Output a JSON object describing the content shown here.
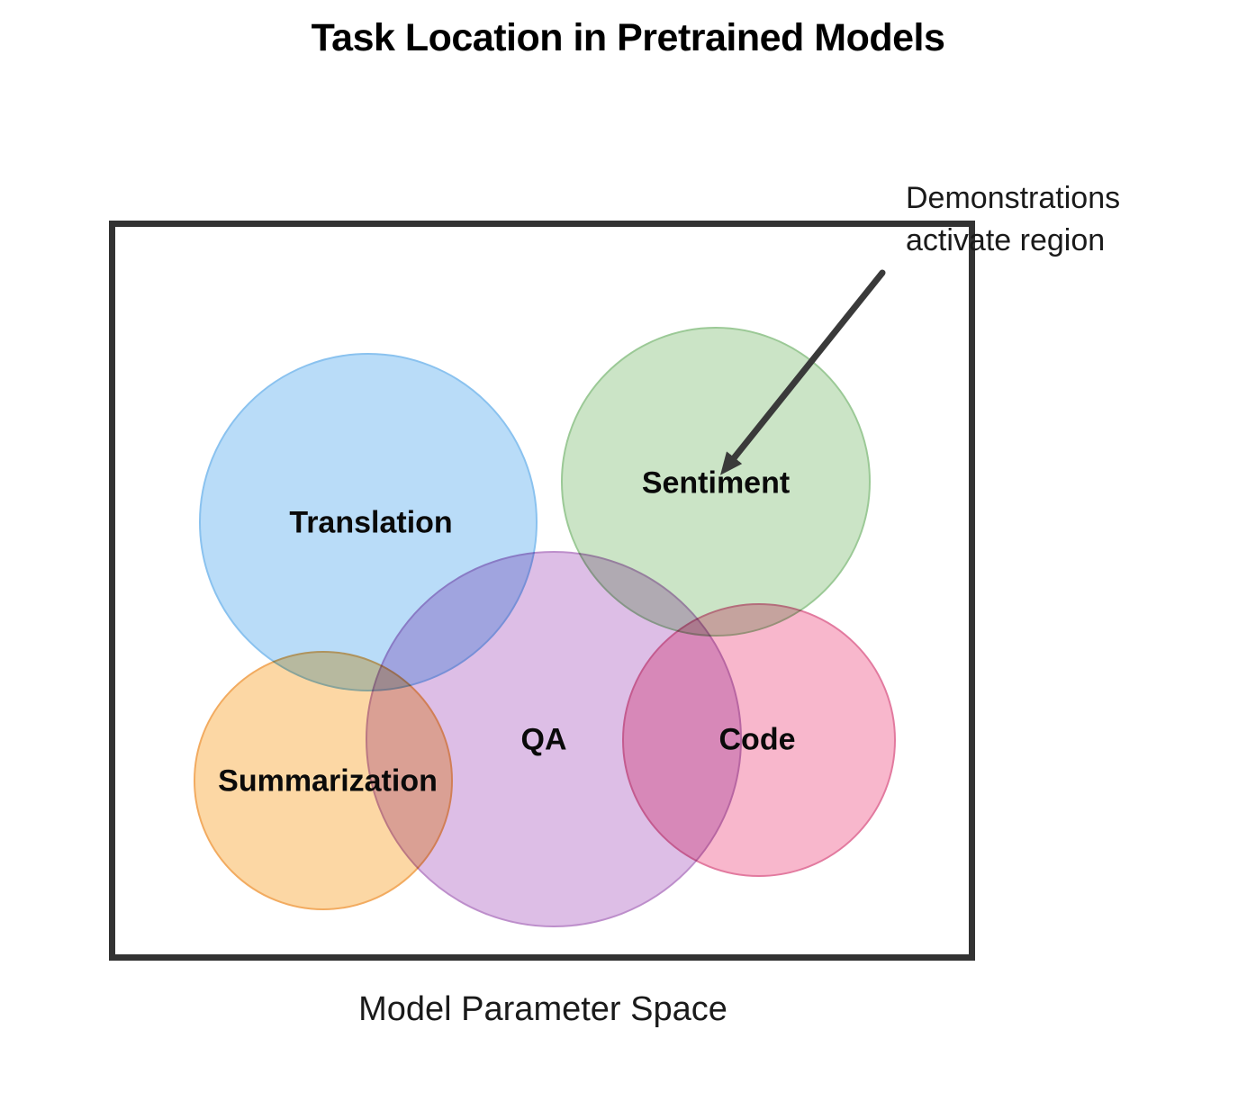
{
  "title": "Task Location in Pretrained Models",
  "annotation": {
    "line1": "Demonstrations",
    "line2": "activate region"
  },
  "box_label": "Model Parameter Space",
  "diagram": {
    "type": "venn-overlap",
    "container": {
      "label": "Model Parameter Space",
      "border_color": "#333333"
    },
    "arrow": {
      "color": "#3a3a3a",
      "points_to": "Sentiment",
      "label": "Demonstrations activate region"
    },
    "circles": [
      {
        "label": "Translation",
        "fill": "#b9dcf8",
        "stroke": "#8ac2ef"
      },
      {
        "label": "Sentiment",
        "fill": "#cbe4c6",
        "stroke": "#9bc996"
      },
      {
        "label": "QA",
        "fill": "#ddbee6",
        "stroke": "#bd8ecb"
      },
      {
        "label": "Code",
        "fill": "#f8b7cc",
        "stroke": "#e27a9f"
      },
      {
        "label": "Summarization",
        "fill": "#fcd7a4",
        "stroke": "#f2ab60"
      }
    ],
    "text_color": "#1a1a1a"
  }
}
